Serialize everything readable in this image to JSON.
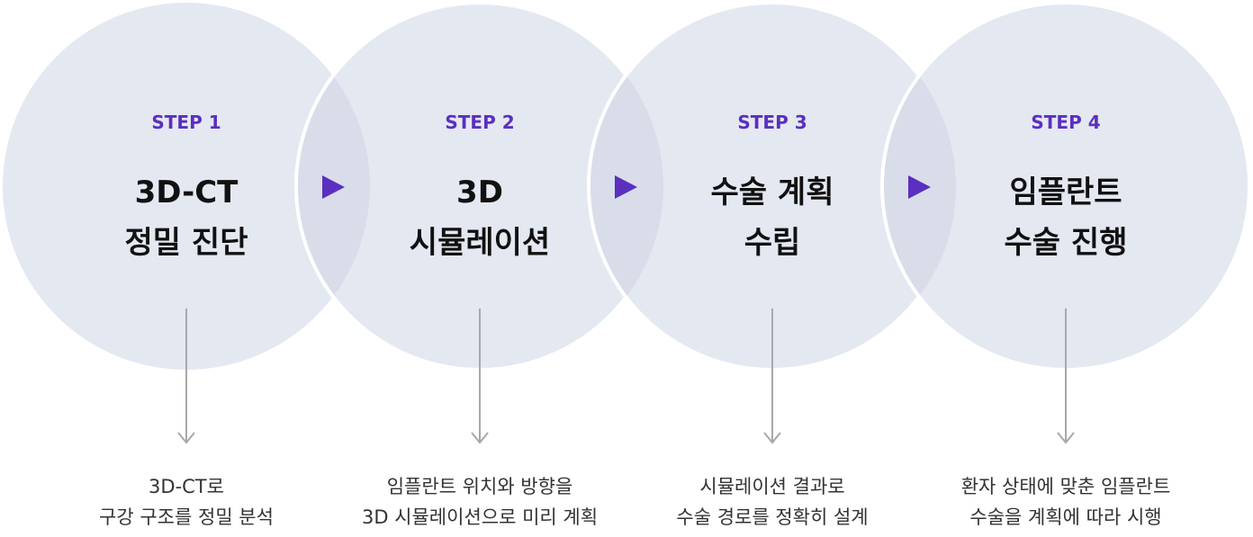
{
  "colors": {
    "circle": "#e4e8f1",
    "overlap": "#d8dde9",
    "accent": "#5b2fc0",
    "connector": "#a8a8a8"
  },
  "steps": [
    {
      "label": "STEP 1",
      "title": [
        "3D-CT",
        "정밀 진단"
      ],
      "desc": [
        "3D-CT로",
        "구강 구조를 정밀 분석"
      ]
    },
    {
      "label": "STEP 2",
      "title": [
        "3D",
        "시뮬레이션"
      ],
      "desc": [
        "임플란트 위치와 방향을",
        "3D 시뮬레이션으로 미리 계획"
      ]
    },
    {
      "label": "STEP 3",
      "title": [
        "수술 계획",
        "수립"
      ],
      "desc": [
        "시뮬레이션 결과로",
        "수술 경로를 정확히 설계"
      ]
    },
    {
      "label": "STEP 4",
      "title": [
        "임플란트",
        "수술 진행"
      ],
      "desc": [
        "환자 상태에 맞춘 임플란트",
        "수술을 계획에 따라 시행"
      ]
    }
  ]
}
